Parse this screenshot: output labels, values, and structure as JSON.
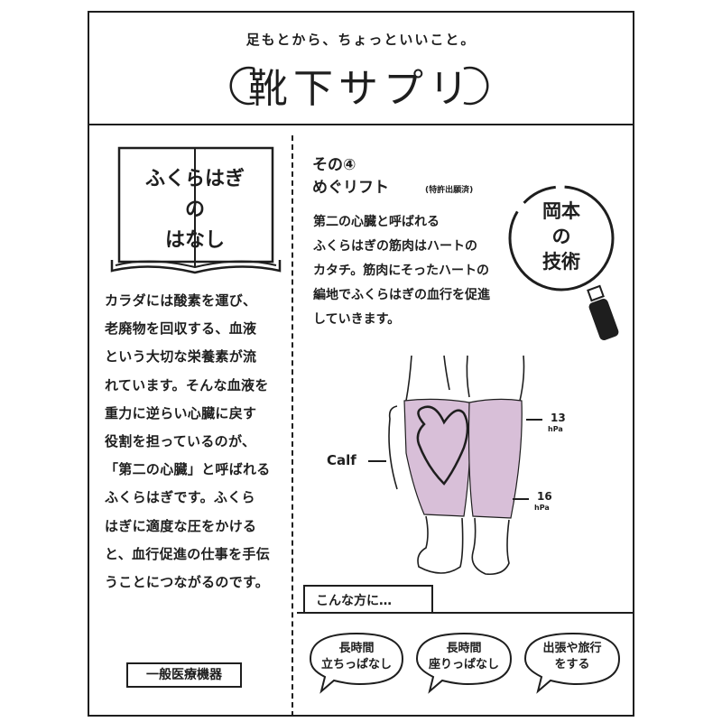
{
  "header": {
    "tagline": "足もとから、ちょっといいこと。",
    "brand": "靴下サプリ"
  },
  "left": {
    "book_title_lines": [
      "ふくらはぎ",
      "の",
      "はなし"
    ],
    "body_lines": [
      "カラダには酸素を運び、",
      "老廃物を回収する、血液",
      "という大切な栄養素が流",
      "れています。そんな血液を",
      "重力に逆らい心臓に戻す",
      "役割を担っているのが、",
      "「第二の心臓」と呼ばれる",
      "ふくらはぎです。ふくら",
      "はぎに適度な圧をかける",
      "と、血行促進の仕事を手伝",
      "うことにつながるのです。"
    ],
    "badge": "一般医療機器"
  },
  "right": {
    "section_number": "その④",
    "section_name": "めぐリフト",
    "section_note": "(特許出願済)",
    "description_lines": [
      "第二の心臓と呼ばれる",
      "ふくらはぎの筋肉はハートの",
      "カタチ。筋肉にそったハートの",
      "編地でふくらはぎの血行を促進",
      "していきます。"
    ],
    "tech_lines": [
      "岡本",
      "の",
      "技術"
    ],
    "illustration": {
      "calf_label": "Calf",
      "pressure_upper_value": "13",
      "pressure_upper_unit": "hPa",
      "pressure_lower_value": "16",
      "pressure_lower_unit": "hPa",
      "sleeve_color": "#d8bfd8"
    },
    "target_label": "こんな方に…",
    "bubbles": [
      {
        "line1": "長時間",
        "line2": "立ちっぱなし"
      },
      {
        "line1": "長時間",
        "line2": "座りっぱなし"
      },
      {
        "line1": "出張や旅行",
        "line2": "をする"
      }
    ]
  }
}
